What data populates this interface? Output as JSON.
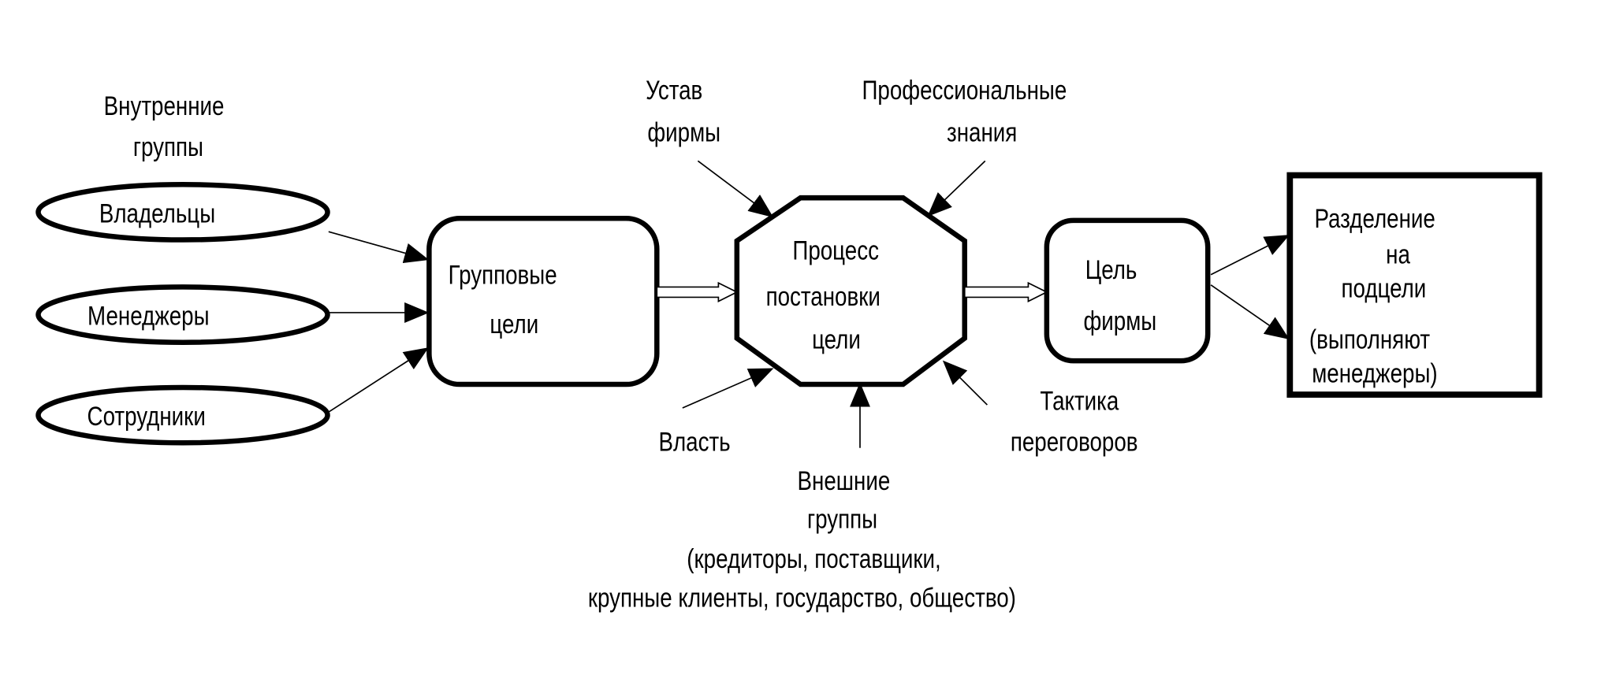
{
  "internal_groups": {
    "title": [
      "Внутренние",
      "группы"
    ],
    "items": [
      "Владельцы",
      "Менеджеры",
      "Сотрудники"
    ]
  },
  "group_goals": [
    "Групповые",
    "цели"
  ],
  "process": [
    "Процесс",
    "постановки",
    "цели"
  ],
  "firm_goal": [
    "Цель",
    "фирмы"
  ],
  "subgoals": [
    "Разделение",
    "на",
    "подцели",
    "(выполняют",
    "менеджеры)"
  ],
  "influences": {
    "charter": [
      "Устав",
      "фирмы"
    ],
    "professional": [
      "Профессиональные",
      "знания"
    ],
    "power": "Власть",
    "negotiation": [
      "Тактика",
      "переговоров"
    ],
    "external": [
      "Внешние",
      "группы",
      "(кредиторы, поставщики,",
      "крупные клиенты, государство, общество)"
    ]
  }
}
